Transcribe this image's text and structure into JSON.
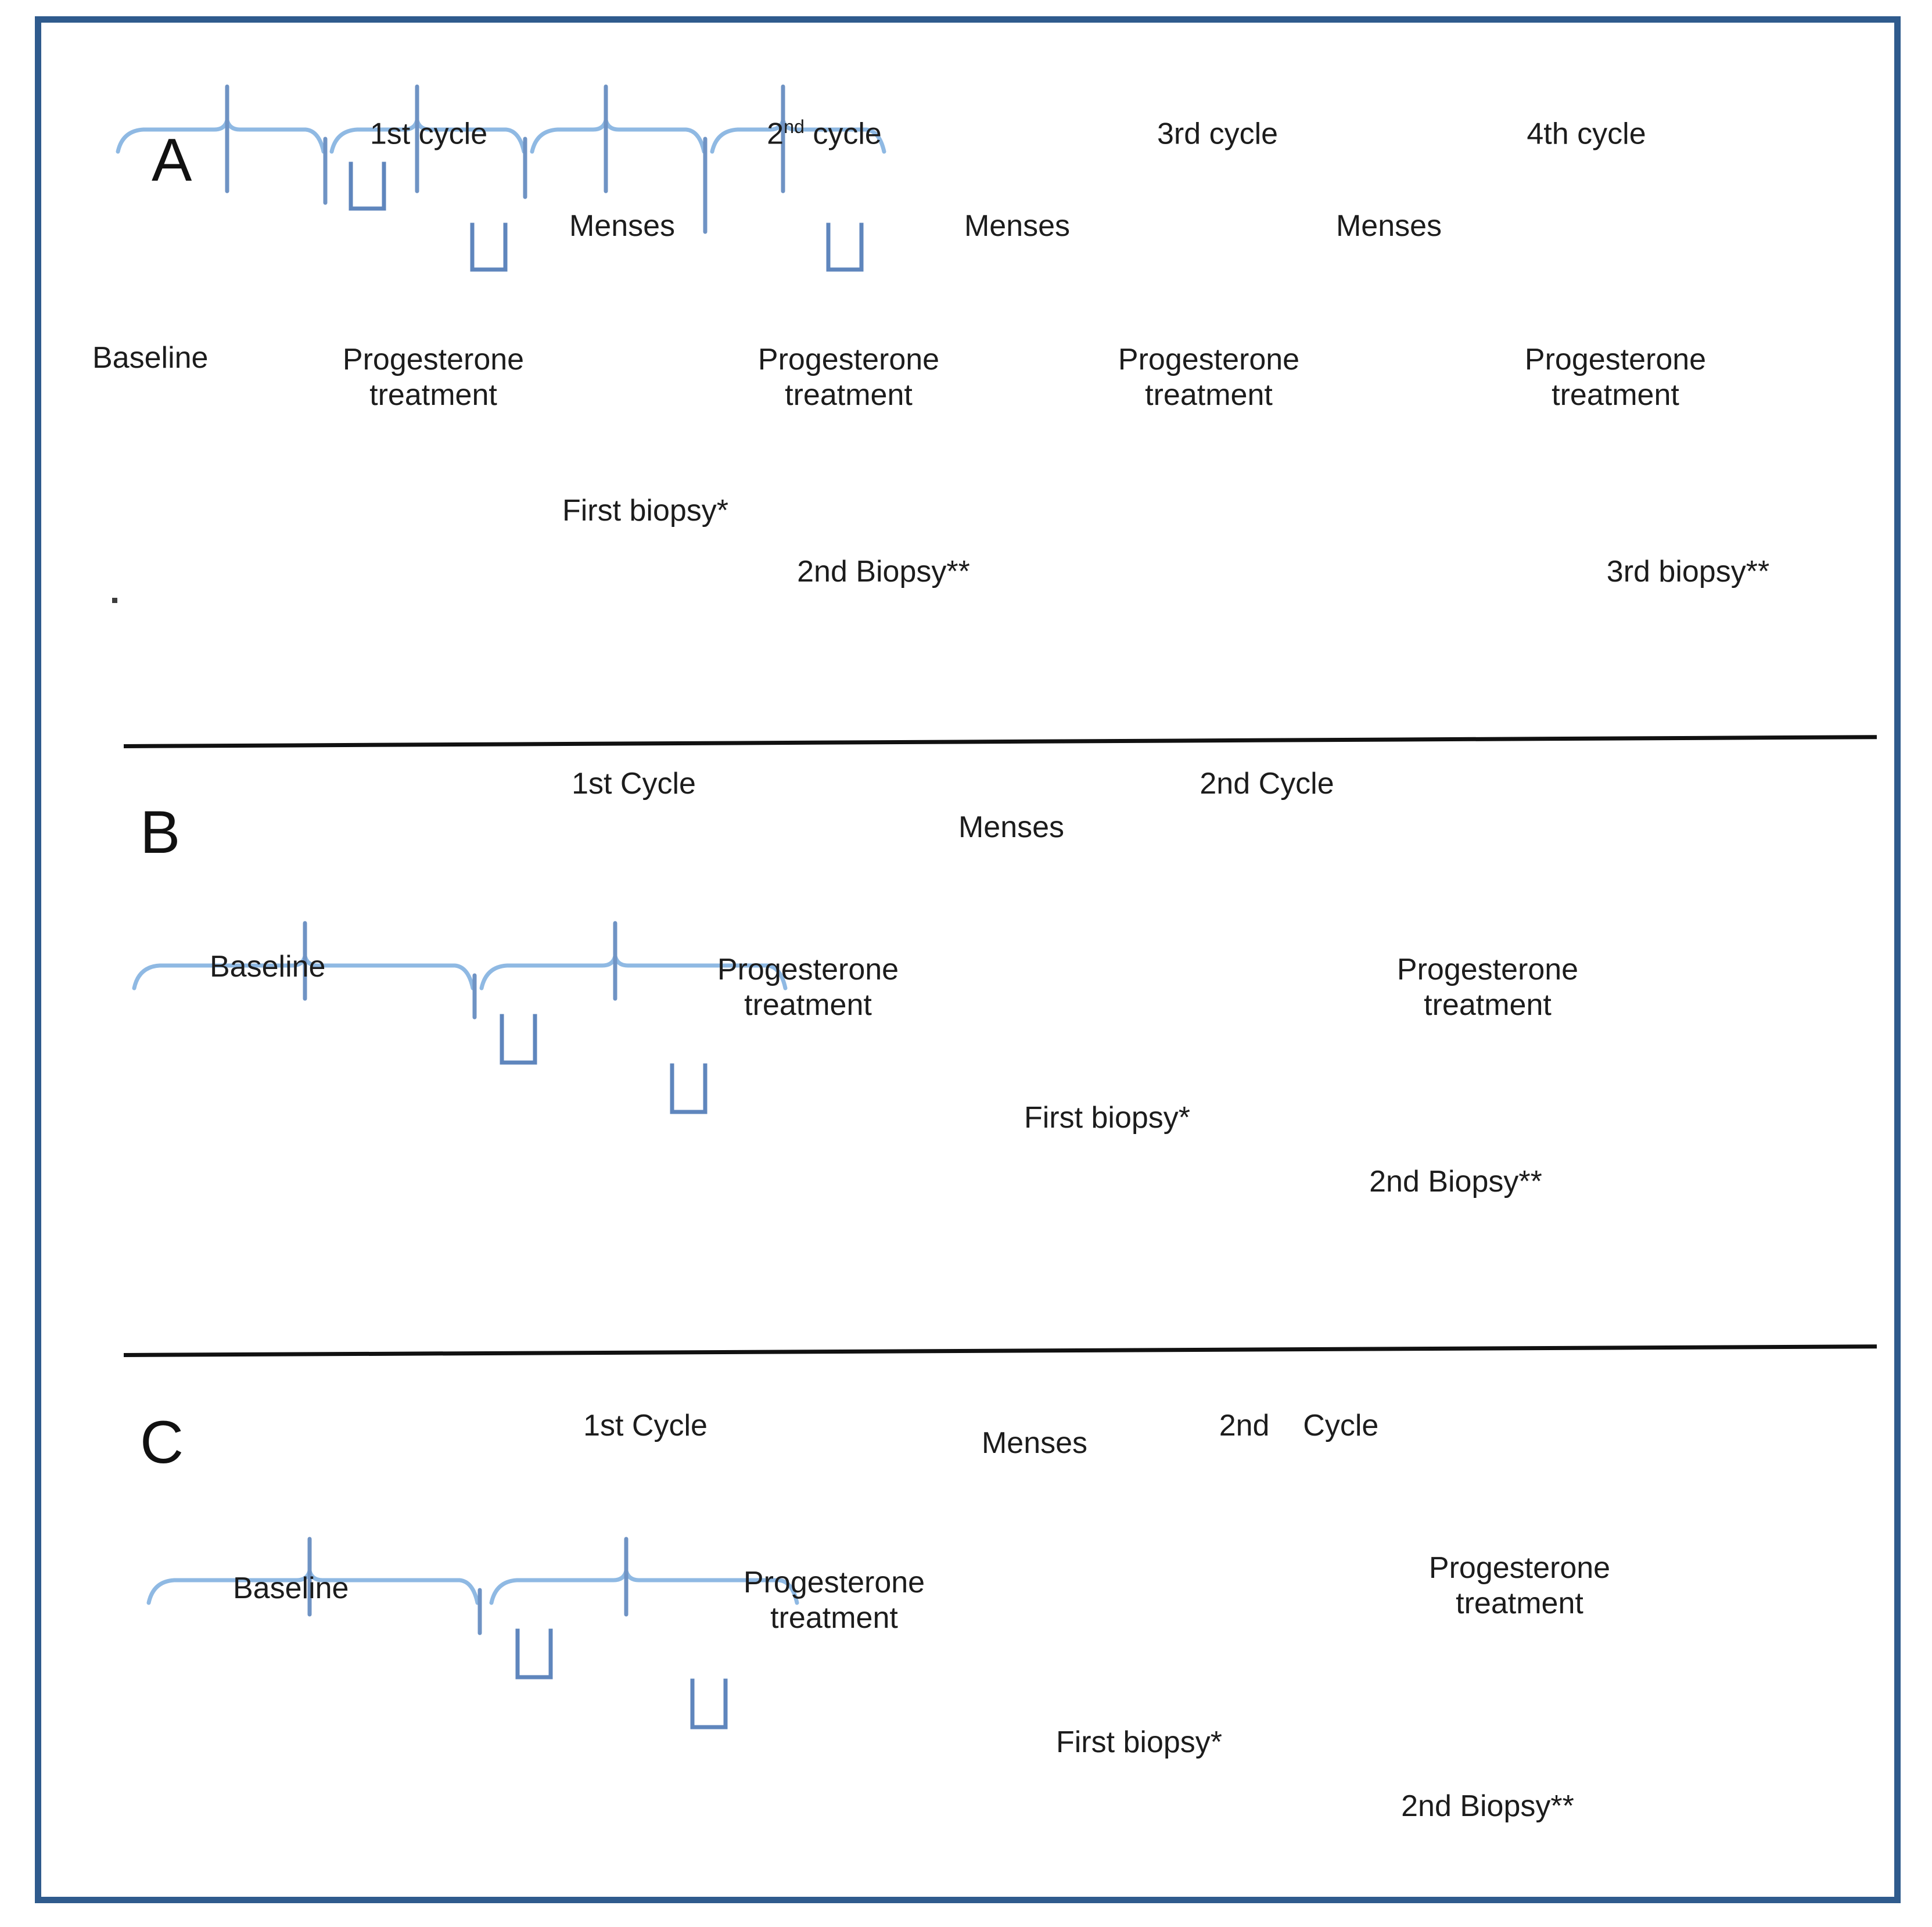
{
  "figure": {
    "title": "Study design timelines for progesterone treatment cycles",
    "border_color": "#2f5b8d",
    "brace_color": "#8fb9e3",
    "tick_color": "#6f93c4",
    "bracket_color": "#5f86bd",
    "text_color": "#1c1c1c"
  },
  "panels": [
    {
      "letter": "A",
      "cycles": [
        {
          "label_pre": "1st",
          "label_sup": "",
          "label_post": " cycle"
        },
        {
          "label_pre": "2",
          "label_sup": "nd",
          "label_post": " cycle"
        },
        {
          "label_pre": "3rd",
          "label_sup": "",
          "label_post": " cycle"
        },
        {
          "label_pre": "4th",
          "label_sup": "",
          "label_post": " cycle"
        }
      ],
      "menses_labels": [
        "Menses",
        "Menses",
        "Menses"
      ],
      "baseline_label": "Baseline",
      "treatment_label_line1": "Progesterone",
      "treatment_label_line2": "treatment",
      "treatments": 4,
      "biopsies": [
        {
          "label": "First biopsy*"
        },
        {
          "label": "2nd Biopsy**"
        },
        {
          "label": "3rd biopsy**"
        }
      ]
    },
    {
      "letter": "B",
      "cycles": [
        {
          "label_pre": "1st Cycle",
          "label_sup": "",
          "label_post": ""
        },
        {
          "label_pre": "2nd Cycle",
          "label_sup": "",
          "label_post": ""
        }
      ],
      "menses_labels": [
        "Menses"
      ],
      "baseline_label": "Baseline",
      "treatment_label_line1": "Progesterone",
      "treatment_label_line2": "treatment",
      "treatments": 2,
      "biopsies": [
        {
          "label": "First biopsy*"
        },
        {
          "label": "2nd Biopsy**"
        }
      ]
    },
    {
      "letter": "C",
      "cycles": [
        {
          "label_pre": "1st Cycle",
          "label_sup": "",
          "label_post": ""
        },
        {
          "label_pre": "2nd    Cycle",
          "label_sup": "",
          "label_post": ""
        }
      ],
      "menses_labels": [
        "Menses"
      ],
      "baseline_label": "Baseline",
      "treatment_label_line1": "Progesterone",
      "treatment_label_line2": "treatment",
      "treatments": 2,
      "biopsies": [
        {
          "label": "First biopsy*"
        },
        {
          "label": "2nd Biopsy**"
        }
      ]
    }
  ]
}
